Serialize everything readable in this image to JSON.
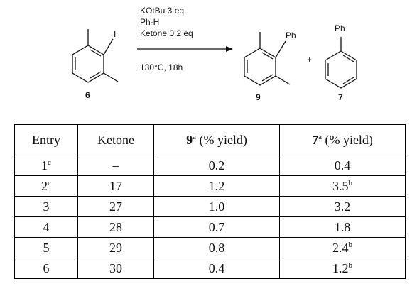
{
  "scheme": {
    "reactant_label": "6",
    "reactant_substituent": "I",
    "conditions_above": [
      "KOtBu 3 eq",
      "Ph-H",
      "Ketone 0.2 eq"
    ],
    "conditions_below": "130°C, 18h",
    "product1_label": "9",
    "product1_substituent": "Ph",
    "plus": "+",
    "product2_label": "7",
    "product2_substituent": "Ph"
  },
  "table": {
    "headers": {
      "entry": "Entry",
      "ketone": "Ketone",
      "col9_compound": "9",
      "col9_sup": "a",
      "col9_text": " (% yield)",
      "col7_compound": "7",
      "col7_sup": "a",
      "col7_text": " (% yield)"
    },
    "rows": [
      {
        "entry": "1",
        "entry_sup": "c",
        "ketone": "–",
        "y9": "0.2",
        "y7": "0.4",
        "y7_sup": ""
      },
      {
        "entry": "2",
        "entry_sup": "c",
        "ketone": "17",
        "y9": "1.2",
        "y7": "3.5",
        "y7_sup": "b"
      },
      {
        "entry": "3",
        "entry_sup": "",
        "ketone": "27",
        "y9": "1.0",
        "y7": "3.2",
        "y7_sup": ""
      },
      {
        "entry": "4",
        "entry_sup": "",
        "ketone": "28",
        "y9": "0.7",
        "y7": "1.8",
        "y7_sup": ""
      },
      {
        "entry": "5",
        "entry_sup": "",
        "ketone": "29",
        "y9": "0.8",
        "y7": "2.4",
        "y7_sup": "b"
      },
      {
        "entry": "6",
        "entry_sup": "",
        "ketone": "30",
        "y9": "0.4",
        "y7": "1.2",
        "y7_sup": "b"
      }
    ]
  }
}
